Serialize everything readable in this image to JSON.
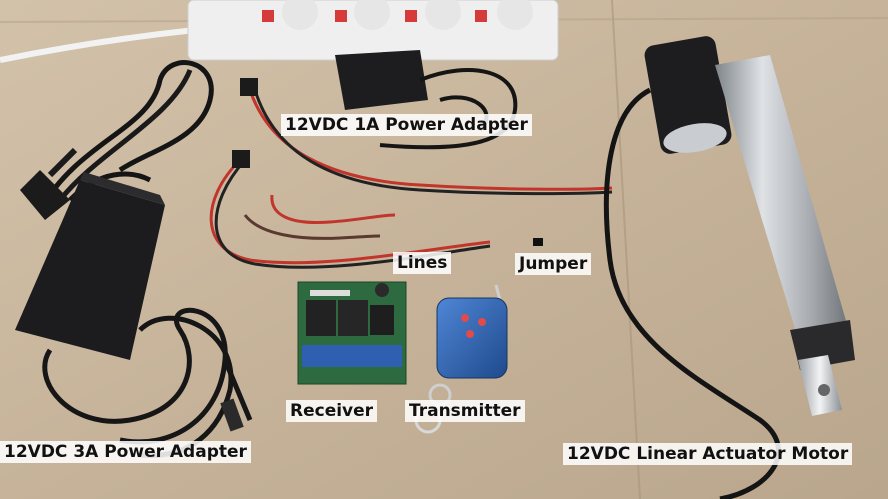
{
  "labels": {
    "adapter_1a": "12VDC 1A Power Adapter",
    "lines": "Lines",
    "jumper": "Jumper",
    "receiver": "Receiver",
    "transmitter": "Transmitter",
    "adapter_3a": "12VDC 3A Power Adapter",
    "motor": "12VDC Linear Actuator Motor"
  },
  "colors": {
    "cardboard": "#c9b79f",
    "adapter_body": "#1c1c1e",
    "red_wire": "#c2352b",
    "pcb_green": "#2e6a3f",
    "terminal_blue": "#2f5fb0",
    "remote_blue": "#2a5aa8",
    "actuator_silver": "#b9bcc0"
  }
}
